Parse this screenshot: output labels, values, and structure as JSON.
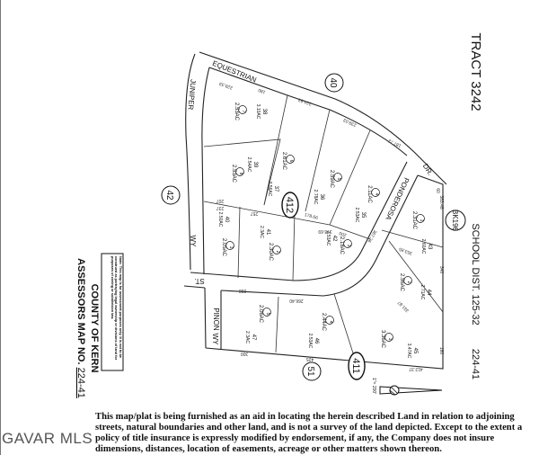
{
  "header": {
    "tract": "TRACT 3242",
    "school_district": "SCHOOL DIST. 125-32",
    "map_ref": "224-41",
    "book": "BK196"
  },
  "title": {
    "line1": "ASSESSORS MAP NO.",
    "map_no": "224-41",
    "line2": "COUNTY OF KERN"
  },
  "note": "Note: This map is for assessment purposes only. It is not to be construed as portraying legal ownership or divisions of land for purposes of zoning or subdivision law.",
  "streets": {
    "equestrian": "EQUESTRIAN",
    "juniper": "JUNIPER",
    "juniper_wy": "WY",
    "st": "ST.",
    "pinon": "PINON",
    "pinon_wy": "WY",
    "ponderosa": "PONDEROSA",
    "dr": "DR."
  },
  "page_circles": [
    "40",
    "42",
    "51"
  ],
  "blocks": [
    "412",
    "411"
  ],
  "scale": "1\"= 200'",
  "lots": [
    {
      "parcel": "7",
      "acres": "2.53AC",
      "lot": "38",
      "lot_acres": "3.10AC"
    },
    {
      "parcel": "8",
      "acres": "2.53AC",
      "lot": "39",
      "lot_acres": "2.54AC"
    },
    {
      "parcel": "6",
      "acres": "2.61AC",
      "lot": "37",
      "lot_acres": "2.56AC"
    },
    {
      "parcel": "5",
      "acres": "2.59AC",
      "lot": "36",
      "lot_acres": "2.78AC"
    },
    {
      "parcel": "4",
      "acres": "2.11AC",
      "lot": "35",
      "lot_acres": "2.53AC"
    },
    {
      "parcel": "1",
      "acres": "2.05AC",
      "lot": "40",
      "lot_acres": "2.50AC"
    },
    {
      "parcel": "2",
      "acres": "2.30AC",
      "lot": "41",
      "lot_acres": "2.3AC"
    },
    {
      "parcel": "3",
      "acres": "2.18AC",
      "lot": "42",
      "lot_acres": "2.53AC"
    },
    {
      "parcel": "1",
      "acres": "2.31AC",
      "lot": "43",
      "lot_acres": "2.60AC"
    },
    {
      "parcel": "2",
      "acres": "2.56AC",
      "lot": "44",
      "lot_acres": "2.71AC"
    },
    {
      "parcel": "3",
      "acres": "3.36AC",
      "lot": "45",
      "lot_acres": "3.47AC"
    },
    {
      "parcel": "4",
      "acres": "2.44AC",
      "lot": "46",
      "lot_acres": "2.53AC"
    },
    {
      "parcel": "5",
      "acres": "2.06AC",
      "lot": "47",
      "lot_acres": "2.3AC"
    }
  ],
  "dimensions": [
    "228.33",
    "180",
    "224.93",
    "239.03",
    "187.72",
    "207",
    "237",
    "257",
    "178.66",
    "378.69",
    "200",
    "280",
    "266.40",
    "300",
    "425",
    "412.37",
    "340",
    "180",
    "383.48",
    "353.85",
    "331.87",
    "367.36",
    "60"
  ],
  "disclaimer": "This map/plat is being furnished as an aid in locating the herein described Land in relation to adjoining streets, natural boundaries and other land, and is not a survey of the land depicted. Except to the extent a policy of title insurance is expressly modified by endorsement, if any, the Company does not insure dimensions, distances, location of easements, acreage or other matters shown thereon.",
  "watermark": "GAVAR MLS"
}
